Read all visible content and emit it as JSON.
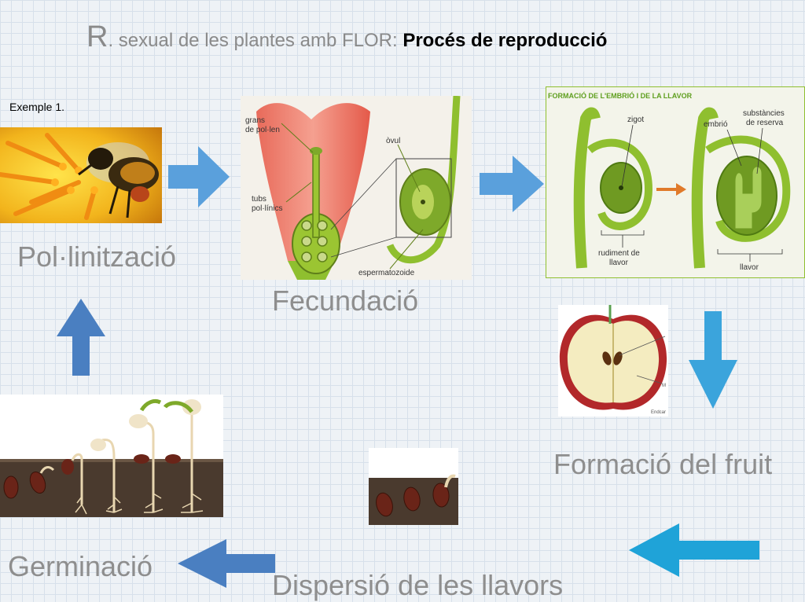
{
  "title": {
    "prefix": "R",
    "rest": ". sexual de les plantes amb FLOR: ",
    "bold": "Procés de reproducció"
  },
  "example_label": "Exemple 1.",
  "stages": {
    "pollination": "Pol·linització",
    "fertilization": "Fecundació",
    "fruit": "Formació del fruit",
    "dispersal": "Dispersió de les llavors",
    "germination": "Germinació"
  },
  "fertilization_labels": {
    "pollen": [
      "grans",
      "de pol·len"
    ],
    "tubes": [
      "tubs",
      "pol·línics"
    ],
    "ovule": "òvul",
    "sperm": "espermatozoide"
  },
  "embryo_panel": {
    "heading": "FORMACIÓ DE L'EMBRIÓ I DE LA LLAVOR",
    "zygote": "zigot",
    "embryo": "embrió",
    "reserve": [
      "substàncies",
      "de reserva"
    ],
    "seed_rudiment": [
      "rudiment de",
      "llavor"
    ],
    "seed": "llavor"
  },
  "apple_labels": {
    "m": "M",
    "endocarp": "Endcar"
  },
  "colors": {
    "arrow_light": "#5aa0dc",
    "arrow_dark": "#4a7fc1",
    "arrow_cyan": "#1fa3d8",
    "caption": "#8e8e8e",
    "plant_green": "#8fbf2f"
  }
}
